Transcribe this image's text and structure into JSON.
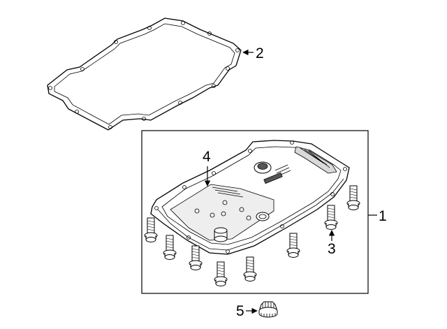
{
  "callouts": {
    "gasket": "2",
    "assembly": "1",
    "filter": "4",
    "bolt": "3",
    "plug": "5"
  }
}
